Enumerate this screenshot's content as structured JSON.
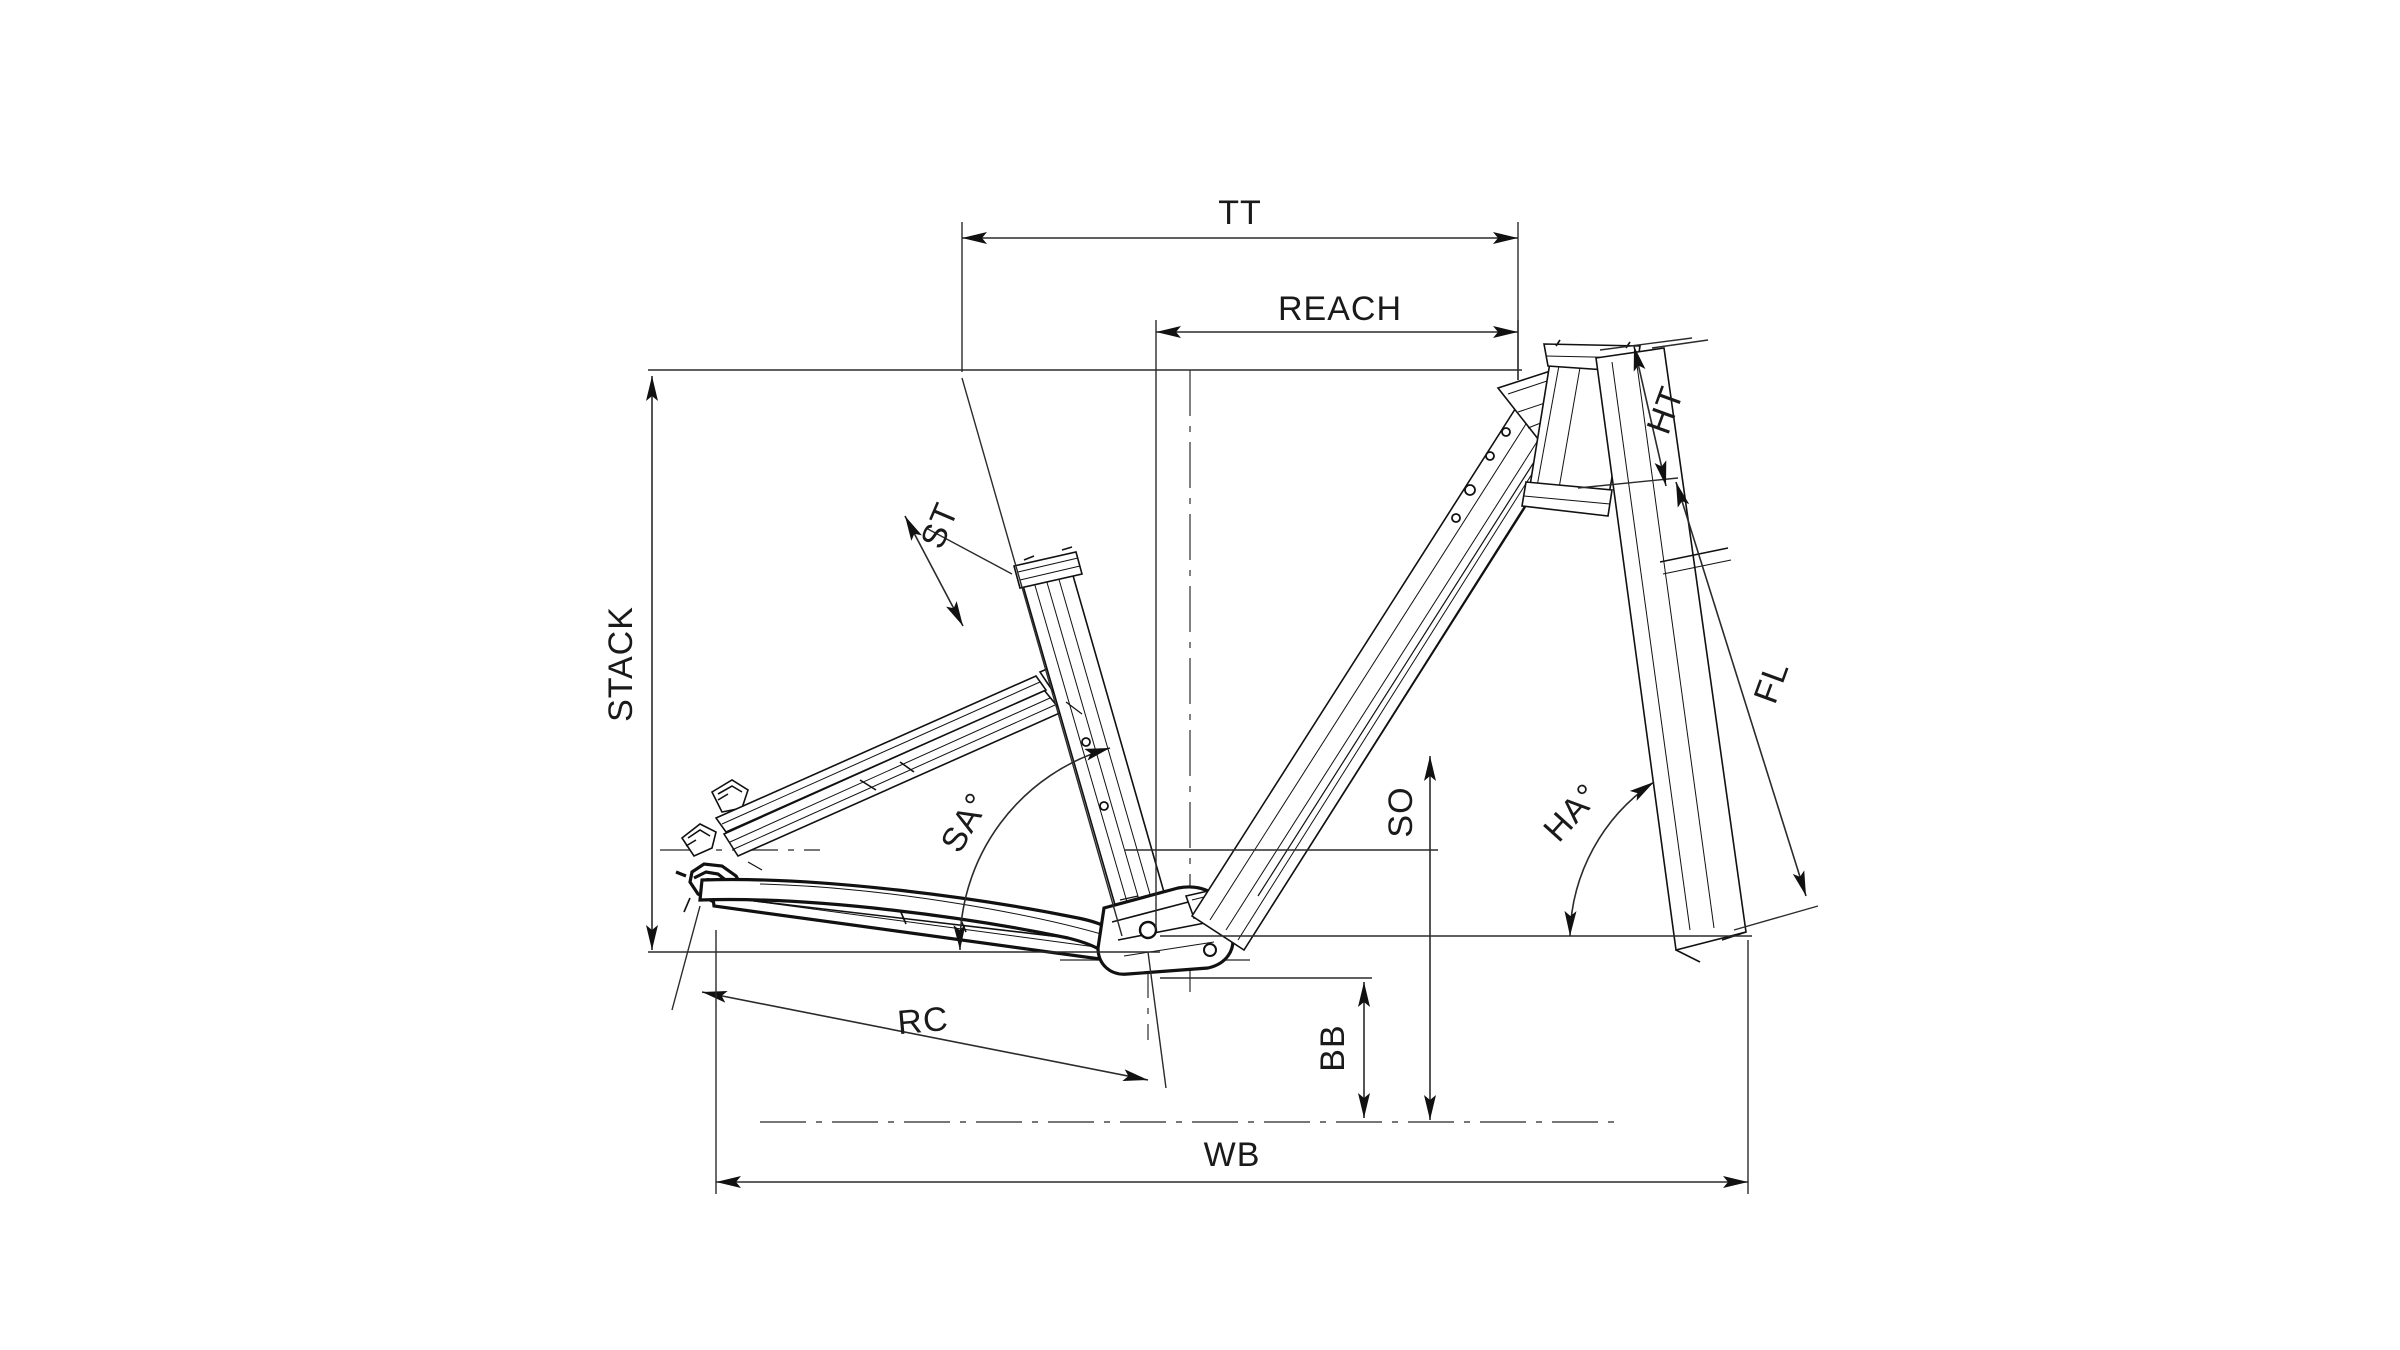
{
  "drawing": {
    "type": "technical-line-drawing",
    "subject": "bicycle frame geometry",
    "frame_style": "step-through / low-step e-bike frame with suspension fork",
    "view": "side elevation (drive side)",
    "background_color": "#ffffff",
    "line_color": "#111111",
    "dimension_color": "#2b2b2b"
  },
  "dimensions": {
    "tt": {
      "label": "TT",
      "meaning": "top tube length (horizontal)",
      "orientation": "horizontal",
      "label_rotation": 0
    },
    "reach": {
      "label": "REACH",
      "meaning": "horizontal reach",
      "orientation": "horizontal",
      "label_rotation": 0
    },
    "stack": {
      "label": "STACK",
      "meaning": "vertical stack height",
      "orientation": "vertical",
      "label_rotation": -90
    },
    "st": {
      "label": "ST",
      "meaning": "seat tube length",
      "orientation": "along seat tube axis",
      "label_rotation": -67
    },
    "sa": {
      "label": "SA°",
      "meaning": "seat tube angle",
      "orientation": "angular",
      "label_rotation": -60
    },
    "ht": {
      "label": "HT",
      "meaning": "head tube length",
      "orientation": "along head tube axis",
      "label_rotation": -69
    },
    "fl": {
      "label": "FL",
      "meaning": "fork length",
      "orientation": "along fork axis",
      "label_rotation": -69
    },
    "ha": {
      "label": "HA°",
      "meaning": "head tube angle",
      "orientation": "angular",
      "label_rotation": -48
    },
    "so": {
      "label": "SO",
      "meaning": "standover height",
      "orientation": "vertical",
      "label_rotation": -90
    },
    "bb": {
      "label": "BB",
      "meaning": "bottom bracket height",
      "orientation": "vertical",
      "label_rotation": -90
    },
    "rc": {
      "label": "RC",
      "meaning": "rear centre / chainstay length",
      "orientation": "inclined",
      "label_rotation": -5
    },
    "wb": {
      "label": "WB",
      "meaning": "wheelbase",
      "orientation": "horizontal",
      "label_rotation": 0
    }
  }
}
